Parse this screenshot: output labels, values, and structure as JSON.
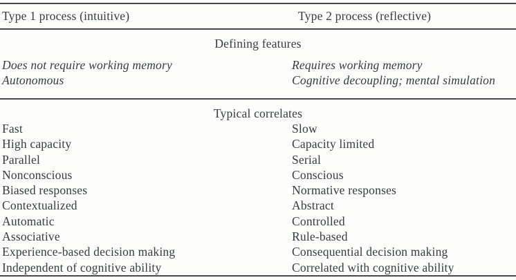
{
  "colors": {
    "text": "#363c40",
    "rule": "#46494b",
    "background": "#fdfdfc"
  },
  "table": {
    "header": {
      "col1": "Type 1 process (intuitive)",
      "col2": "Type 2 process (reflective)"
    },
    "sections": [
      {
        "title": "Defining features",
        "style": "italic",
        "rows": [
          {
            "left": "Does not require working memory",
            "right": "Requires working memory"
          },
          {
            "left": "Autonomous",
            "right": "Cognitive decoupling; mental simulation"
          }
        ]
      },
      {
        "title": "Typical correlates",
        "style": "regular",
        "rows": [
          {
            "left": "Fast",
            "right": "Slow"
          },
          {
            "left": "High capacity",
            "right": "Capacity limited"
          },
          {
            "left": "Parallel",
            "right": "Serial"
          },
          {
            "left": "Nonconscious",
            "right": "Conscious"
          },
          {
            "left": "Biased responses",
            "right": "Normative responses"
          },
          {
            "left": "Contextualized",
            "right": "Abstract"
          },
          {
            "left": "Automatic",
            "right": "Controlled"
          },
          {
            "left": "Associative",
            "right": "Rule-based"
          },
          {
            "left": "Experience-based decision making",
            "right": "Consequential decision making"
          },
          {
            "left": "Independent of cognitive ability",
            "right": "Correlated with cognitive ability"
          }
        ]
      }
    ]
  }
}
